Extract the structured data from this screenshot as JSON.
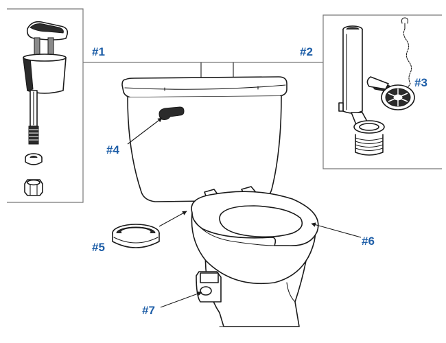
{
  "callouts": {
    "c1": "#1",
    "c2": "#2",
    "c3": "#3",
    "c4": "#4",
    "c5": "#5",
    "c6": "#6",
    "c7": "#7"
  },
  "colors": {
    "callout": "#1f5fa8",
    "line": "#1a1a1a",
    "bracket": "#777777"
  }
}
